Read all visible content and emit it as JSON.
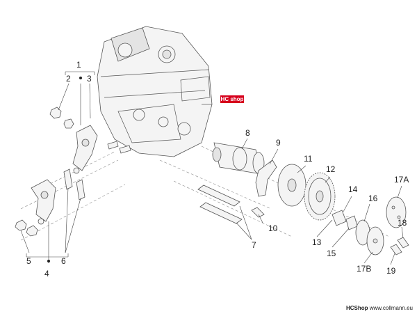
{
  "callouts": {
    "c1": "1",
    "c2": "2",
    "c3": "3",
    "c4": "4",
    "c5": "5",
    "c6": "6",
    "c7": "7",
    "c8": "8",
    "c9": "9",
    "c10": "10",
    "c11": "11",
    "c12": "12",
    "c13": "13",
    "c14": "14",
    "c15": "15",
    "c16": "16",
    "c17a": "17A",
    "c17b": "17B",
    "c18": "18",
    "c19": "19"
  },
  "watermark": "HC shop",
  "footer": {
    "brand": "HCShop",
    "url": "www.collmann.eu"
  }
}
